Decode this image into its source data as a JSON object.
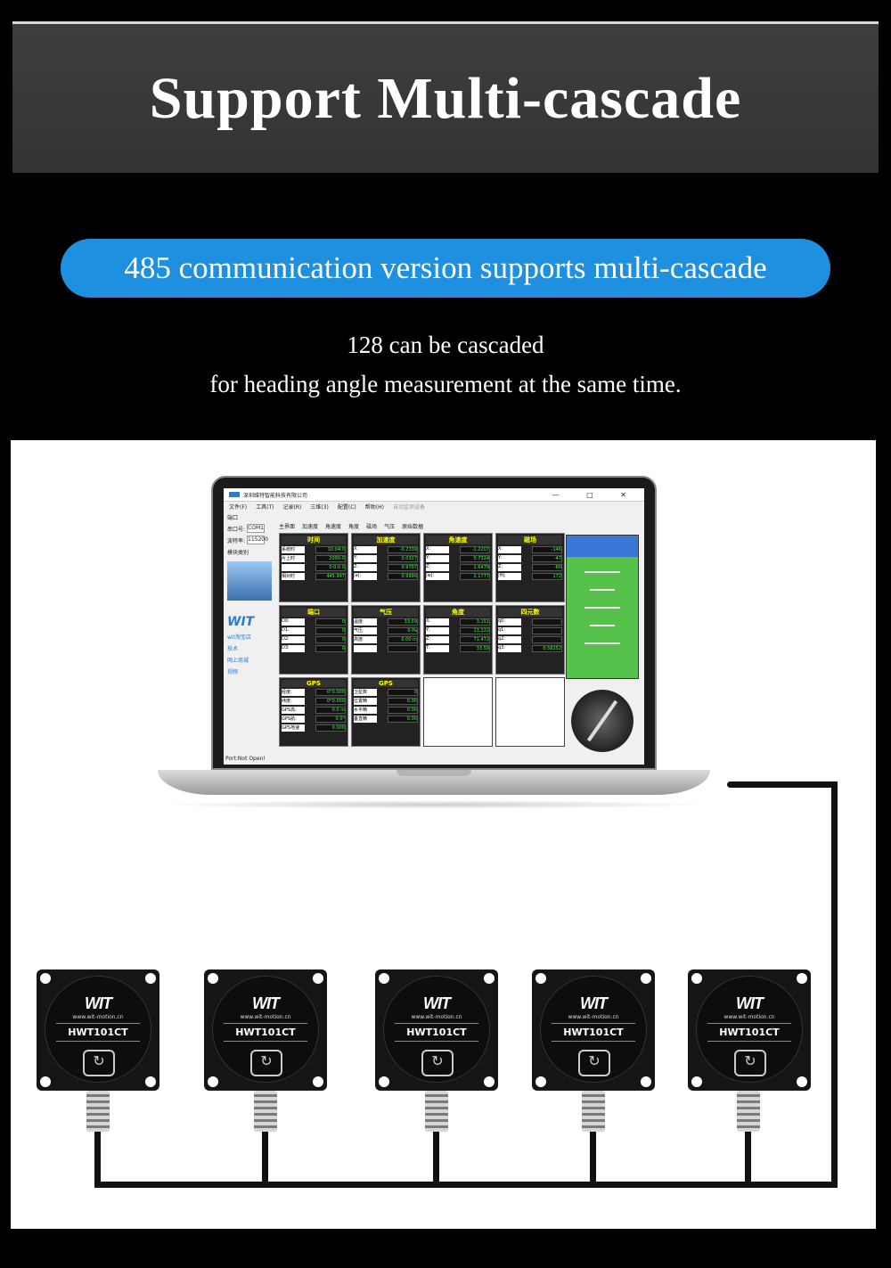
{
  "header": {
    "title": "Support Multi-cascade"
  },
  "banner": {
    "text": "485 communication version supports multi-cascade"
  },
  "subtitle": {
    "line1": "128 can be cascaded",
    "line2": "for heading angle measurement at the same time."
  },
  "software": {
    "window_title": "深圳维特智能科技有限公司",
    "window_controls": "— □ ✕",
    "menu": [
      "文件(F)",
      "工具(T)",
      "记录(R)",
      "三维(3)",
      "配置(C)",
      "帮助(H)",
      "自动监测设备"
    ],
    "left_labels": [
      "端口",
      "串口号:",
      "波特率:",
      "模块类别"
    ],
    "left_values": [
      "COM1",
      "115200"
    ],
    "brand": "WIT",
    "links": [
      "wit淘宝店",
      "技术",
      "网上商城",
      "视频"
    ],
    "status": "Port:Not Open!",
    "tabs": [
      "主界面",
      "加速度",
      "角速度",
      "角度",
      "磁场",
      "气压",
      "原始数据"
    ],
    "panels": [
      {
        "title": "时间",
        "rows": [
          [
            "系统时",
            "10:04:0"
          ],
          [
            "片上时",
            "2000-0"
          ],
          [
            "",
            "0:0:0.0"
          ],
          [
            "相对时",
            "445.997"
          ]
        ]
      },
      {
        "title": "加速度",
        "rows": [
          [
            "X:",
            "-0.2339"
          ],
          [
            "Y:",
            "0.0327"
          ],
          [
            "Z:",
            "0.9707"
          ],
          [
            "|a|:",
            "0.9990"
          ]
        ]
      },
      {
        "title": "角速度",
        "rows": [
          [
            "X:",
            "-1.2207"
          ],
          [
            "Y:",
            "0.7324"
          ],
          [
            "Z:",
            "1.6479"
          ],
          [
            "|w|:",
            "2.1777"
          ]
        ]
      },
      {
        "title": "磁场",
        "rows": [
          [
            "X:",
            "-146"
          ],
          [
            "Y:",
            "-47"
          ],
          [
            "Z:",
            "-60"
          ],
          [
            "|H|:",
            "172"
          ]
        ]
      },
      {
        "title": "端口",
        "rows": [
          [
            "D0:",
            "0"
          ],
          [
            "D1:",
            "0"
          ],
          [
            "D2:",
            "0"
          ],
          [
            "D3:",
            "0"
          ]
        ]
      },
      {
        "title": "气压",
        "rows": [
          [
            "温度:",
            "33.59"
          ],
          [
            "气压:",
            "0 Pa"
          ],
          [
            "高度:",
            "0.00 m"
          ],
          [
            "",
            ""
          ]
        ]
      },
      {
        "title": "角度",
        "rows": [
          [
            "X:",
            "3.151"
          ],
          [
            "Y:",
            "13.222"
          ],
          [
            "Z:",
            "71.472"
          ],
          [
            "T:",
            "33.59"
          ]
        ]
      },
      {
        "title": "四元数",
        "rows": [
          [
            "q0:",
            "-"
          ],
          [
            "q1:",
            "-"
          ],
          [
            "q2:",
            "-"
          ],
          [
            "q3:",
            "0.58252"
          ]
        ]
      },
      {
        "title": "GPS",
        "rows": [
          [
            "经度:",
            "0°0.000"
          ],
          [
            "纬度:",
            "0°0.000"
          ],
          [
            "GPS高:",
            "0.0 m"
          ],
          [
            "GPS航:",
            "0.0°"
          ],
          [
            "GPS地速",
            "0.000"
          ]
        ]
      },
      {
        "title": "GPS",
        "rows": [
          [
            "卫星数",
            "0"
          ],
          [
            "位置精",
            "0.00"
          ],
          [
            "水平精",
            "0.00"
          ],
          [
            "垂直精",
            "0.00"
          ]
        ]
      }
    ]
  },
  "sensor": {
    "logo": "WIT",
    "url": "www.wit-motion.cn",
    "model": "HWT101CT"
  },
  "colors": {
    "banner": "#1f8fe0",
    "background": "#000000",
    "panel": "#ffffff"
  },
  "icons": [
    "rotation-axis-icon",
    "compass-icon",
    "attitude-indicator-icon"
  ]
}
